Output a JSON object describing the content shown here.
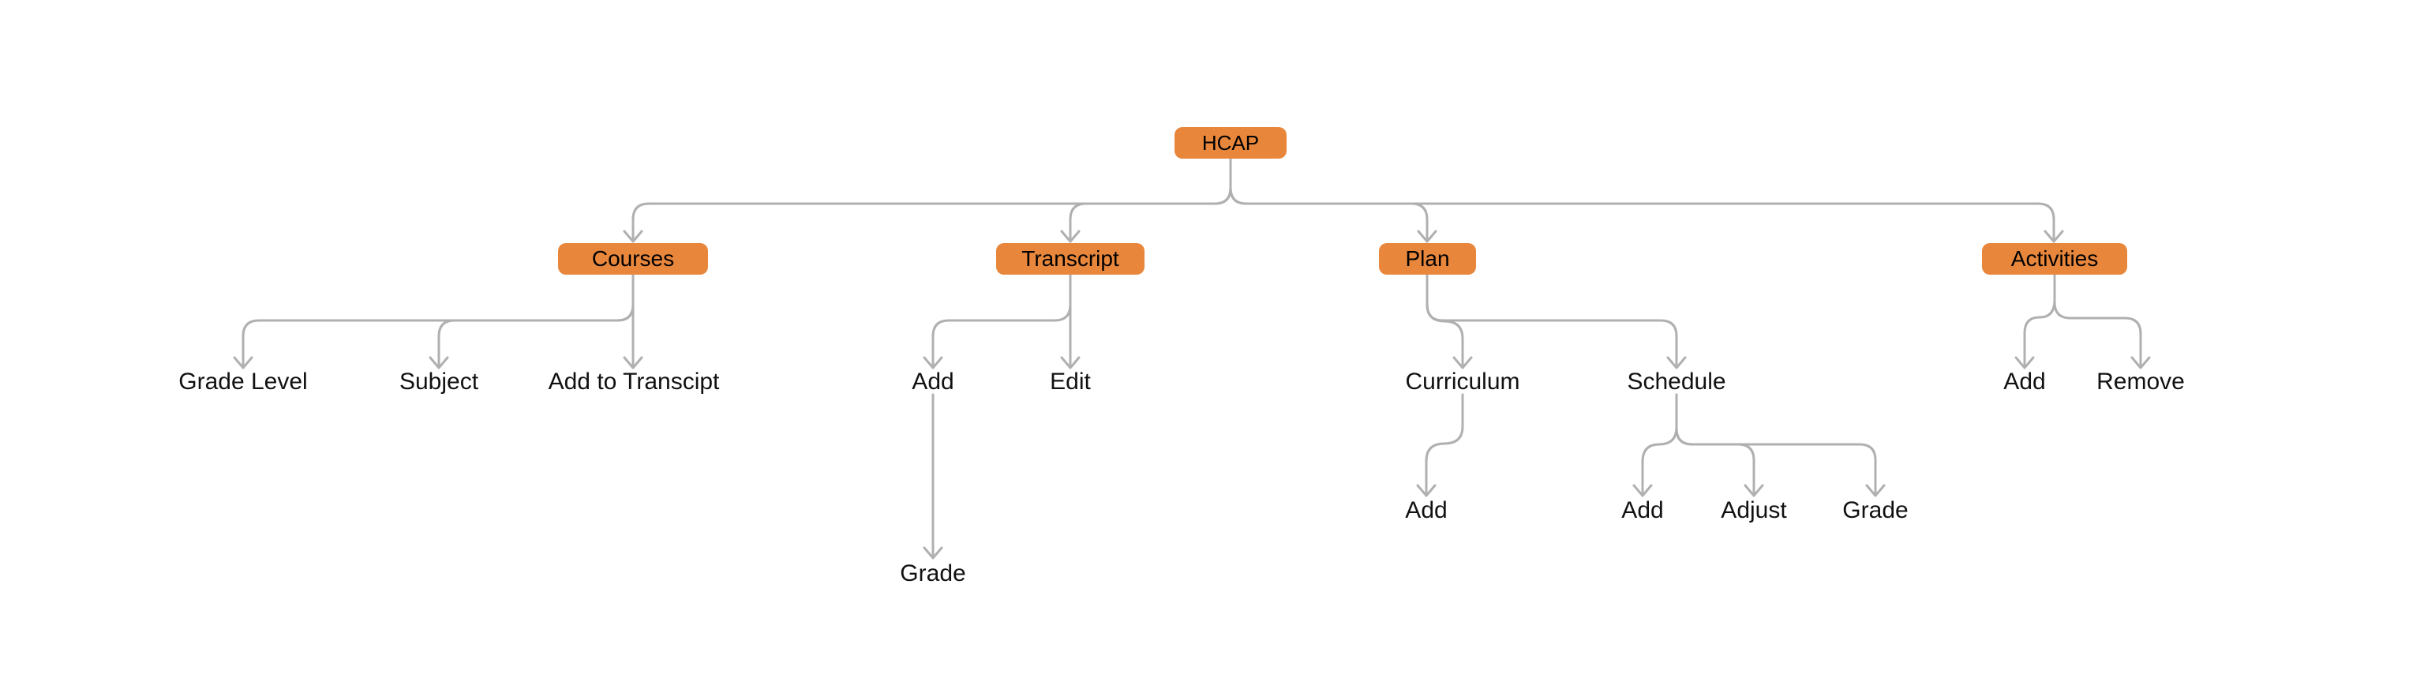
{
  "diagram": {
    "type": "tree-flowchart",
    "colors": {
      "node_fill": "#e8873c",
      "node_text": "#000000",
      "edge": "#b0b0b0",
      "leaf_text": "#111111",
      "background": "#ffffff"
    },
    "root": {
      "label": "HCAP"
    },
    "branches": {
      "courses": {
        "label": "Courses",
        "children": {
          "grade_level": "Grade Level",
          "subject": "Subject",
          "add_to_transcipt": "Add to Transcipt"
        }
      },
      "transcript": {
        "label": "Transcript",
        "children": {
          "add": "Add",
          "edit": "Edit",
          "add_grade": "Grade"
        }
      },
      "plan": {
        "label": "Plan",
        "children": {
          "curriculum": "Curriculum",
          "schedule": "Schedule",
          "curriculum_add": "Add",
          "schedule_add": "Add",
          "schedule_adjust": "Adjust",
          "schedule_grade": "Grade"
        }
      },
      "activities": {
        "label": "Activities",
        "children": {
          "add": "Add",
          "remove": "Remove"
        }
      }
    },
    "hierarchy": [
      {
        "parent": "HCAP",
        "child": "Courses"
      },
      {
        "parent": "HCAP",
        "child": "Transcript"
      },
      {
        "parent": "HCAP",
        "child": "Plan"
      },
      {
        "parent": "HCAP",
        "child": "Activities"
      },
      {
        "parent": "Courses",
        "child": "Grade Level"
      },
      {
        "parent": "Courses",
        "child": "Subject"
      },
      {
        "parent": "Courses",
        "child": "Add to Transcipt"
      },
      {
        "parent": "Transcript",
        "child": "Add"
      },
      {
        "parent": "Transcript",
        "child": "Edit"
      },
      {
        "parent": "Transcript > Add",
        "child": "Grade"
      },
      {
        "parent": "Plan",
        "child": "Curriculum"
      },
      {
        "parent": "Plan",
        "child": "Schedule"
      },
      {
        "parent": "Curriculum",
        "child": "Add"
      },
      {
        "parent": "Schedule",
        "child": "Add"
      },
      {
        "parent": "Schedule",
        "child": "Adjust"
      },
      {
        "parent": "Schedule",
        "child": "Grade"
      },
      {
        "parent": "Activities",
        "child": "Add"
      },
      {
        "parent": "Activities",
        "child": "Remove"
      }
    ]
  }
}
